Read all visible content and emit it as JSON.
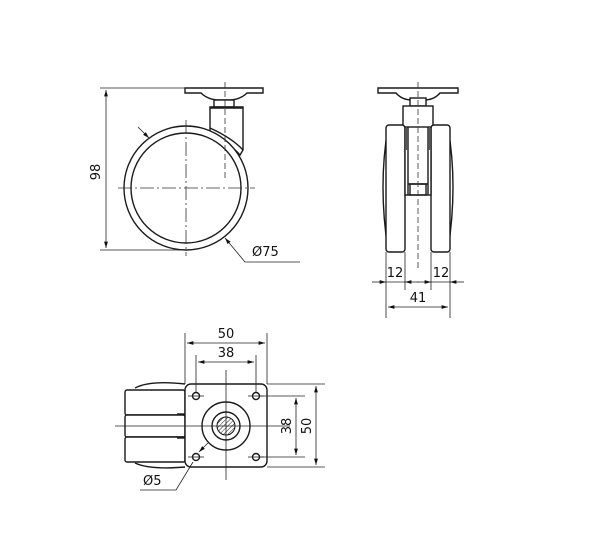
{
  "drawing": {
    "title": "Swivel castor with top plate - technical drawing",
    "views": {
      "front": {
        "height_dim": "98",
        "wheel_diameter_dim": "Ø75"
      },
      "side": {
        "left_wheel_width_dim": "12",
        "right_wheel_width_dim": "12",
        "overall_width_dim": "41"
      },
      "top": {
        "plate_width_dim": "50",
        "hole_spacing_x_dim": "38",
        "hole_spacing_y_dim": "38",
        "plate_height_dim": "50",
        "hole_diameter_dim": "Ø5"
      }
    },
    "colors": {
      "line": "#1a1a1a",
      "background": "#ffffff"
    }
  }
}
